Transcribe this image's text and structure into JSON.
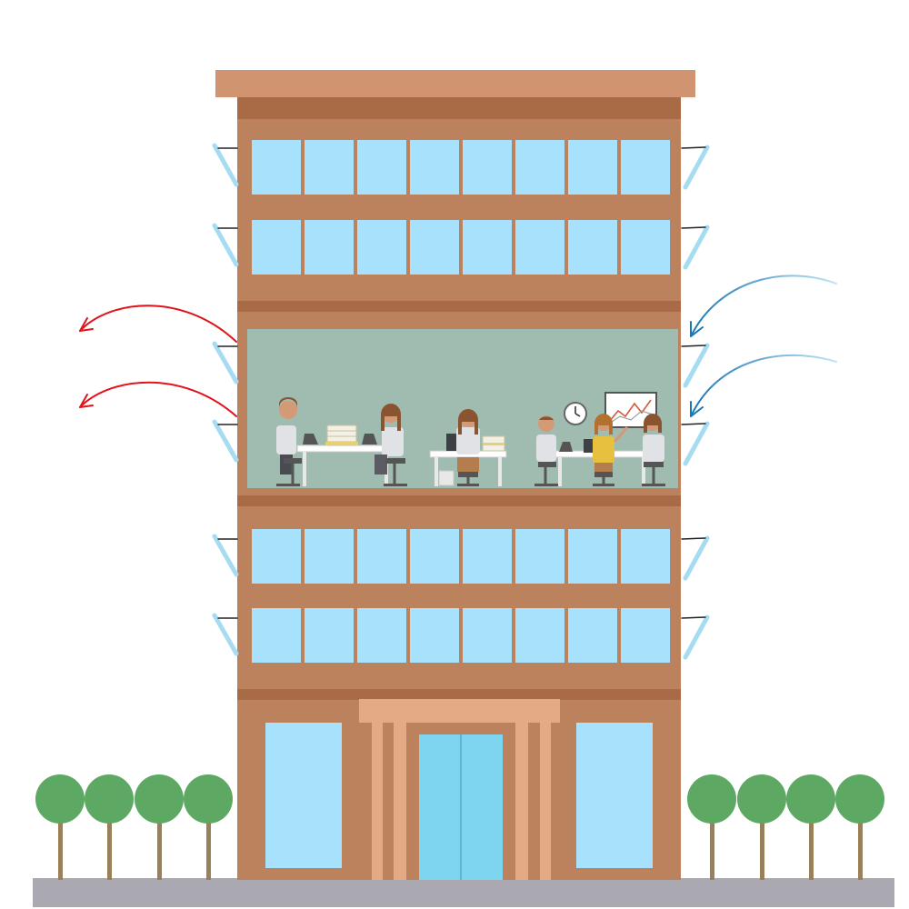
{
  "scene": {
    "subject": "office-building",
    "colors": {
      "roof_cap": "#d09470",
      "wall": "#bc825d",
      "band_dark": "#a86b45",
      "window_glass": "#a8e1fb",
      "office_interior": "#a0bcb0",
      "entrance_frame": "#e2ab86",
      "door_glass": "#7dd5ef",
      "ground": "#aaa8b0",
      "tree_canopy": "#5da862",
      "tree_trunk": "#98805a",
      "exhaust_arrow": "#e0141a",
      "intake_arrow": "#1a76b4",
      "shade_louver": "#a6dcf2"
    },
    "floors_with_windows": 4,
    "windows_per_floor": 8,
    "open_floor_count": 1,
    "trees_per_side": 4,
    "exhaust_arrows": 2,
    "intake_arrows": 2,
    "icons": [
      "clock-icon",
      "chart-board-icon",
      "laptop-icon",
      "document-stack-icon"
    ]
  }
}
